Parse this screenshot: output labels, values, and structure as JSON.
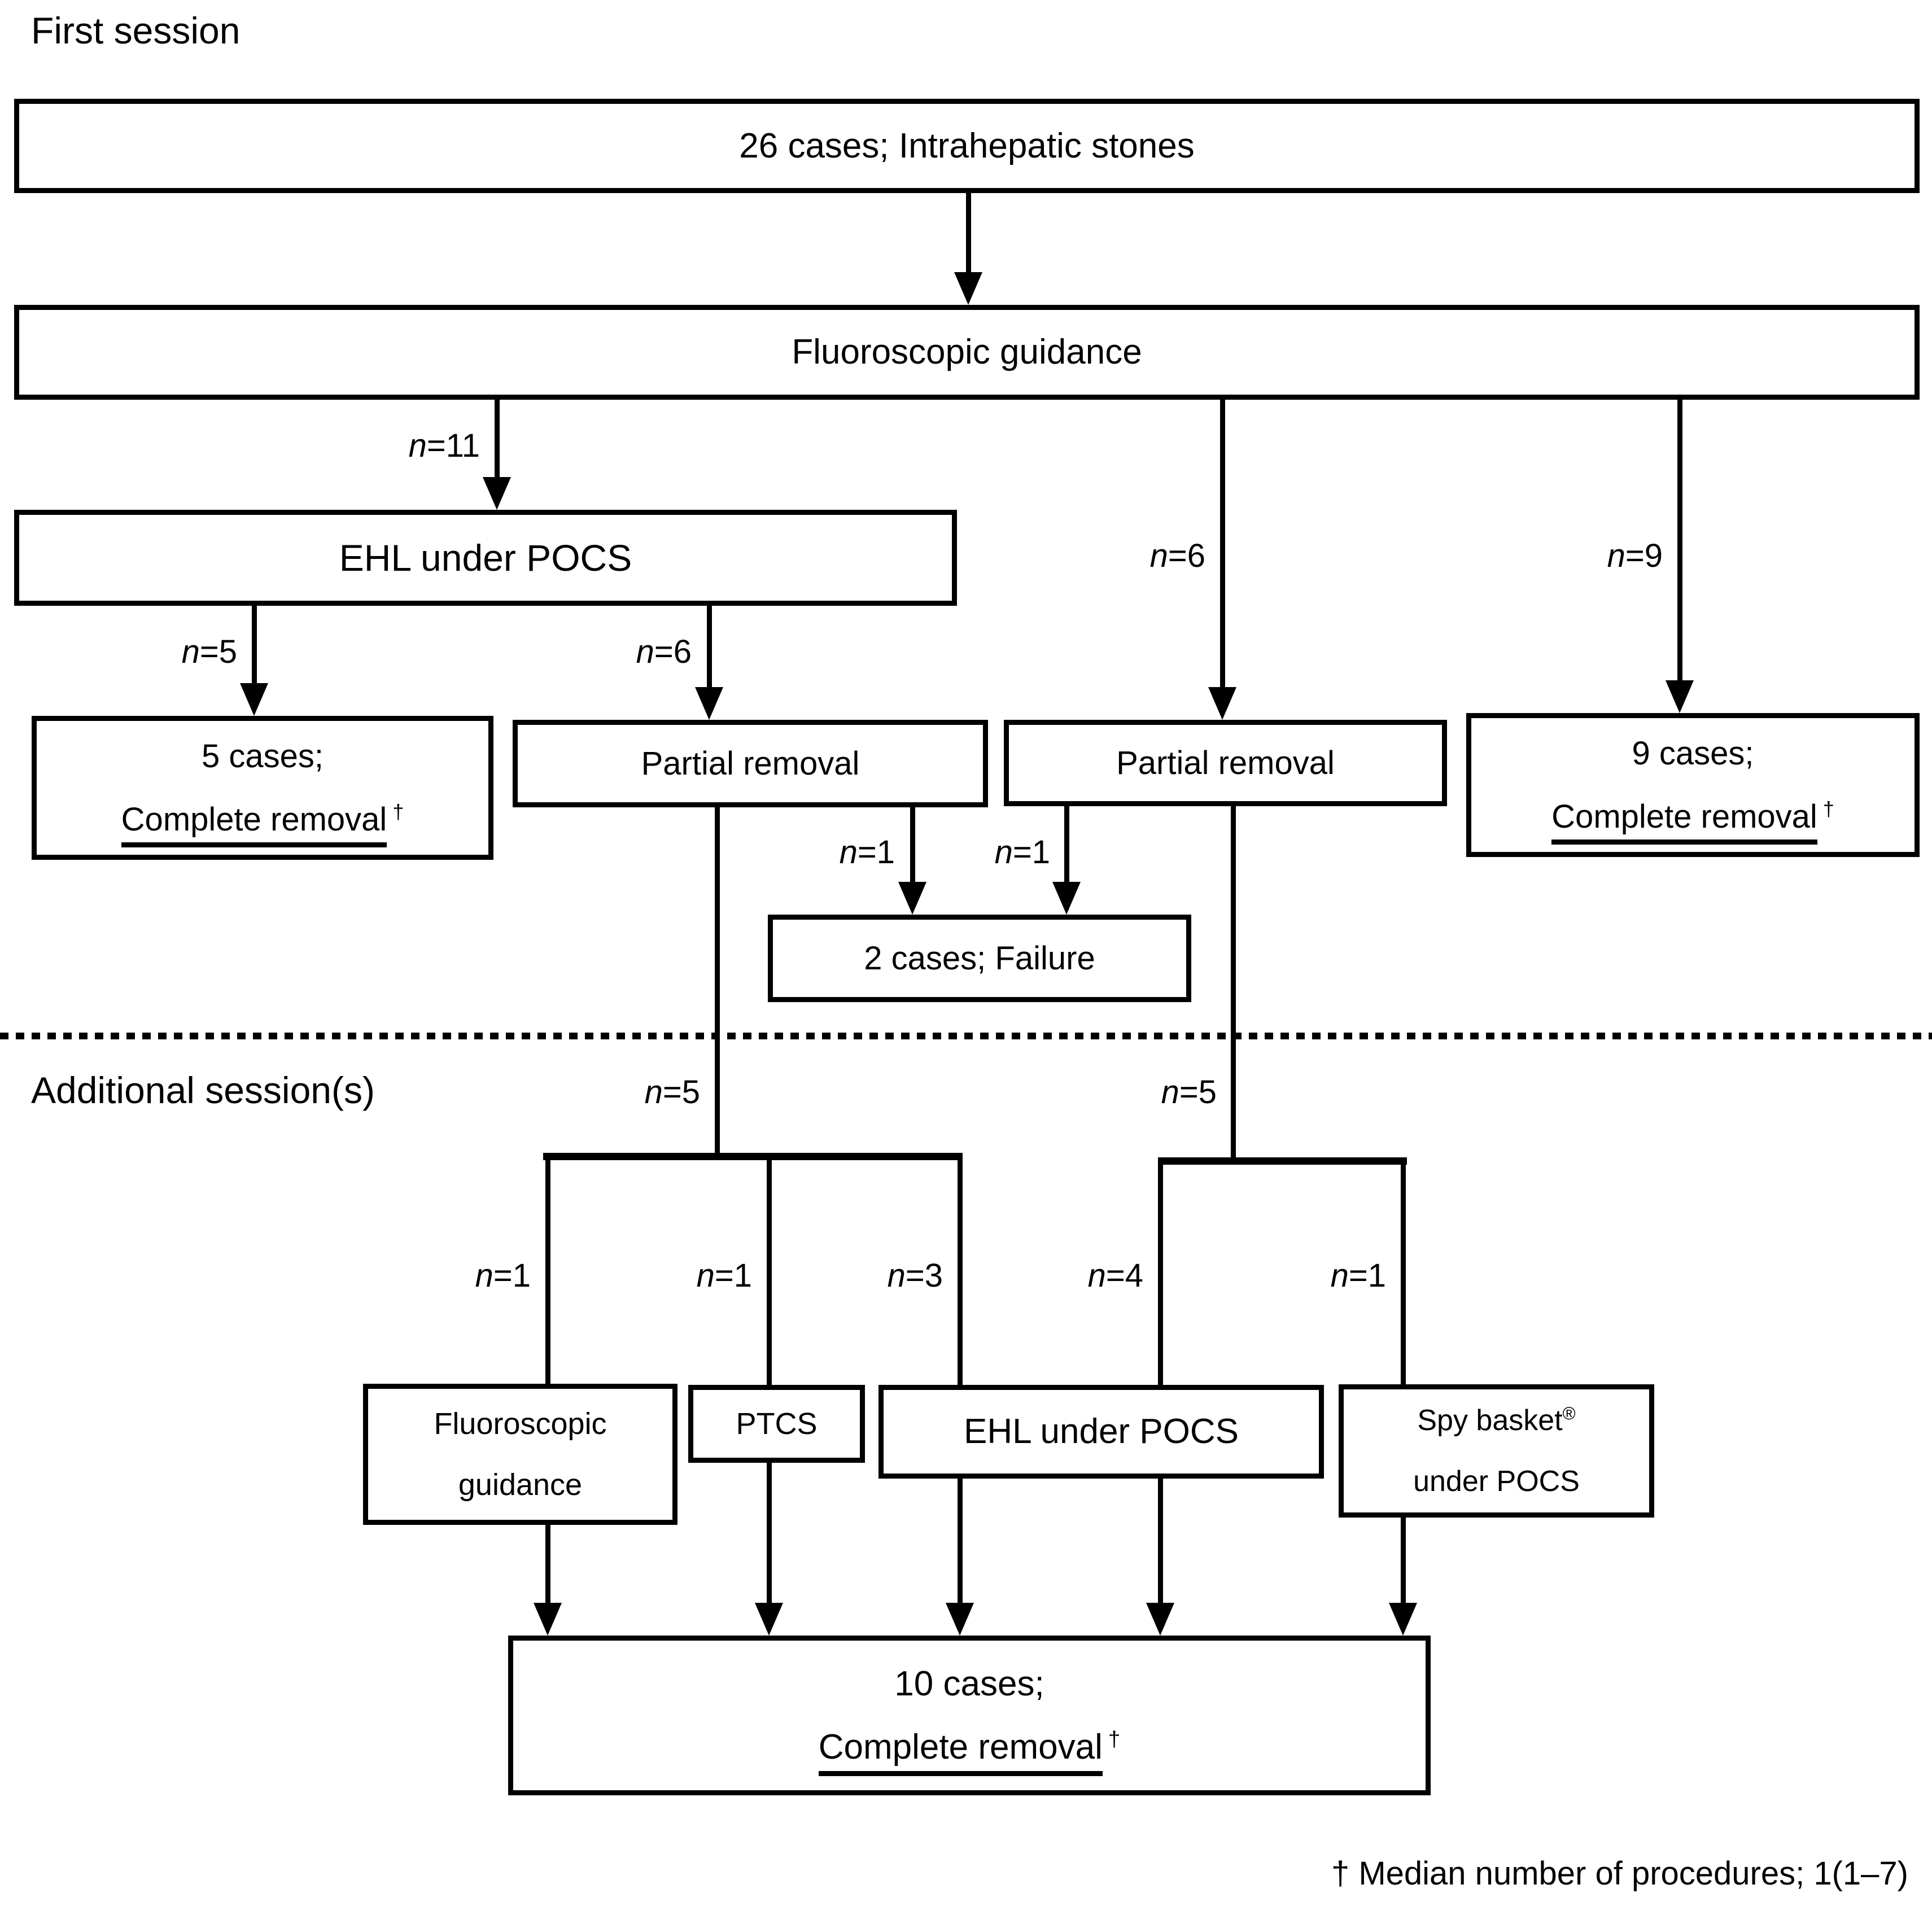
{
  "sections": {
    "first_session": "First session",
    "additional_sessions": "Additional session(s)"
  },
  "boxes": {
    "cases26": {
      "text": "26 cases; Intrahepatic stones"
    },
    "fluoro1": {
      "text": "Fluoroscopic guidance"
    },
    "ehl1": {
      "text": "EHL under POCS"
    },
    "cases5": {
      "line1": "5 cases;",
      "line2": "Complete removal",
      "dagger": "†"
    },
    "partial_left": {
      "text": "Partial removal"
    },
    "partial_right": {
      "text": "Partial removal"
    },
    "cases9": {
      "line1": "9 cases;",
      "line2": "Complete removal",
      "dagger": "†"
    },
    "failure": {
      "text": "2 cases; Failure"
    },
    "fluoro2": {
      "line1": "Fluoroscopic",
      "line2": "guidance"
    },
    "ptcs": {
      "text": "PTCS"
    },
    "ehl2": {
      "text": "EHL under POCS"
    },
    "spy": {
      "line1": "Spy basket",
      "reg": "®",
      "line2": "under POCS"
    },
    "cases10": {
      "line1": "10 cases;",
      "line2": "Complete removal",
      "dagger": "†"
    }
  },
  "branch_labels": {
    "n11": "n=11",
    "n5_left": "n=5",
    "n6_mid": "n=6",
    "n6_right": "n=6",
    "n9": "n=9",
    "n1_fail_left": "n=1",
    "n1_fail_right": "n=1",
    "n5_add_left": "n=5",
    "n5_add_right": "n=5",
    "n1_a": "n=1",
    "n1_b": "n=1",
    "n3": "n=3",
    "n4": "n=4",
    "n1_c": "n=1"
  },
  "footnote": "† Median number of procedures; 1(1–7)",
  "colors": {
    "line": "#000000",
    "background": "#ffffff"
  }
}
